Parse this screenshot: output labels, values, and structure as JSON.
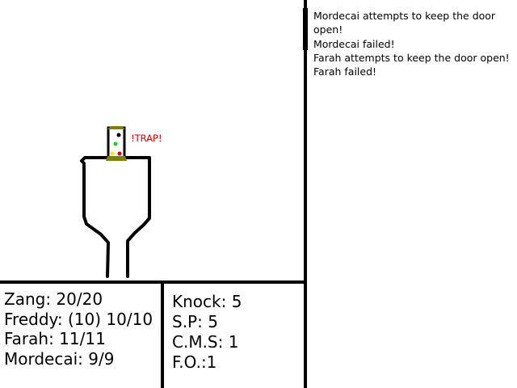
{
  "message_log": [
    "Mordecai attempts to keep the door open!",
    "Mordecai failed!",
    "Farah attempts to keep the door open!",
    "Farah failed!"
  ],
  "scene": {
    "trap_label": "!TRAP!",
    "trap_light_colors": [
      "#000000",
      "#22cc22",
      "#eeee00",
      "#dd0000"
    ],
    "trap_frame_color": "#808000"
  },
  "party": [
    {
      "text": "Zang: 20/20"
    },
    {
      "text": "Freddy: (10) 10/10"
    },
    {
      "text": "Farah: 11/11"
    },
    {
      "text": "Mordecai: 9/9"
    }
  ],
  "stats": [
    {
      "text": "Knock: 5"
    },
    {
      "text": "S.P: 5"
    },
    {
      "text": "C.M.S: 1"
    },
    {
      "text": "F.O.:1"
    }
  ]
}
